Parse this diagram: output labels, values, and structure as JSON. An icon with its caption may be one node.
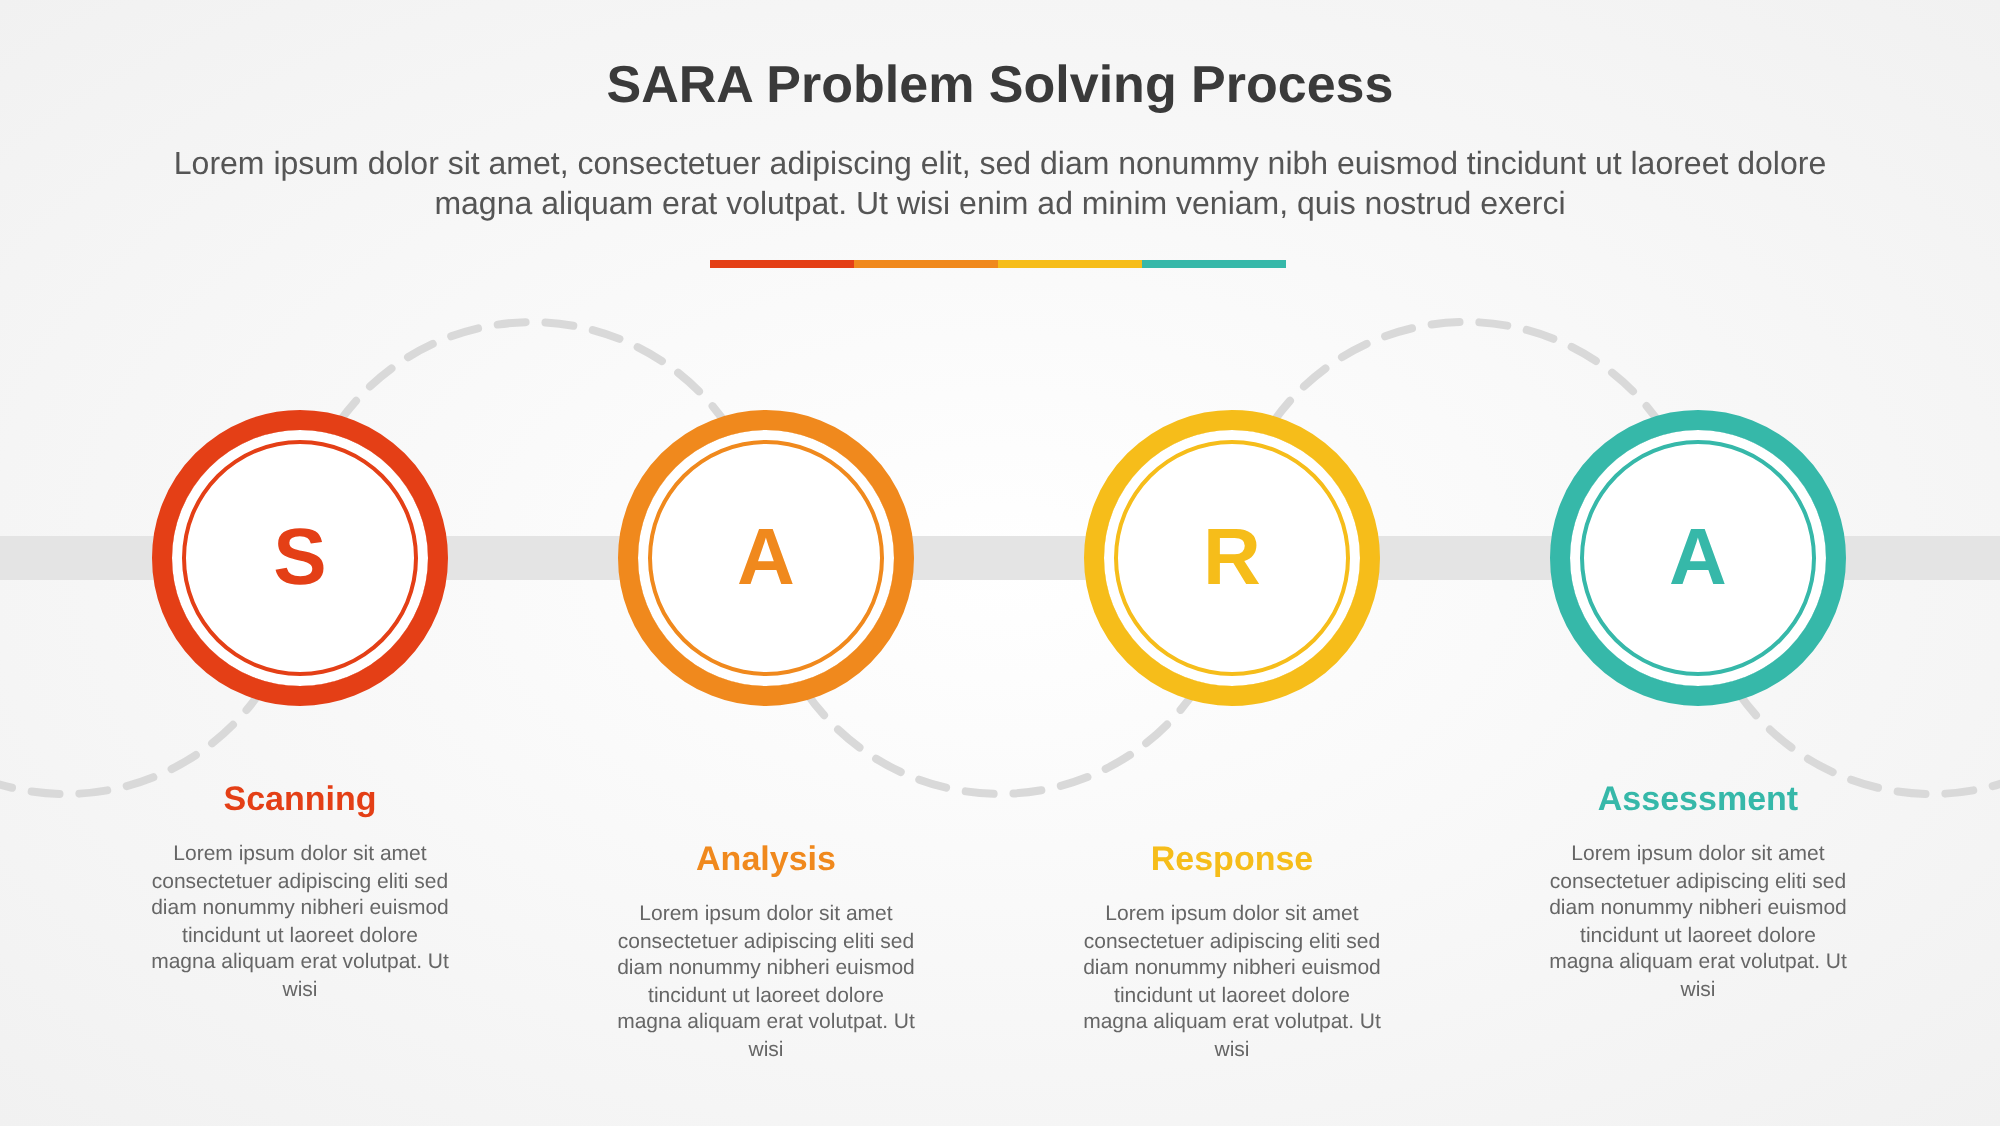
{
  "diagram": {
    "title": "SARA Problem Solving Process",
    "nodes": [
      {
        "text": [
          "S"
        ],
        "beside": [
          "Scanning",
          "Lorem ipsum dolor sit amet consectetuer adipiscing eliti sed diam nonummy nibheri euismod tincidunt ut laoreet dolore magna aliquam erat volutpat. Ut wisi"
        ]
      },
      {
        "text": [
          "A"
        ],
        "beside": [
          "Analysis",
          "Lorem ipsum dolor sit amet consectetuer adipiscing eliti sed diam nonummy nibheri euismod tincidunt ut laoreet dolore magna aliquam erat volutpat. Ut wisi"
        ]
      },
      {
        "text": [
          "R"
        ],
        "beside": [
          "Response",
          "Lorem ipsum dolor sit amet consectetuer adipiscing eliti sed diam nonummy nibheri euismod tincidunt ut laoreet dolore magna aliquam erat volutpat. Ut wisi"
        ]
      },
      {
        "text": [
          "A"
        ],
        "beside": [
          "Assessment",
          "Lorem ipsum dolor sit amet consectetuer adipiscing eliti sed diam nonummy nibheri euismod tincidunt ut laoreet dolore magna aliquam erat volutpat. Ut wisi"
        ]
      }
    ],
    "labels": [
      "Lorem ipsum dolor sit amet, consectetuer adipiscing elit, sed diam nonummy nibh euismod tincidunt ut laoreet dolore magna aliquam erat volutpat. Ut wisi enim ad minim veniam, quis nostrud exerci"
    ]
  }
}
